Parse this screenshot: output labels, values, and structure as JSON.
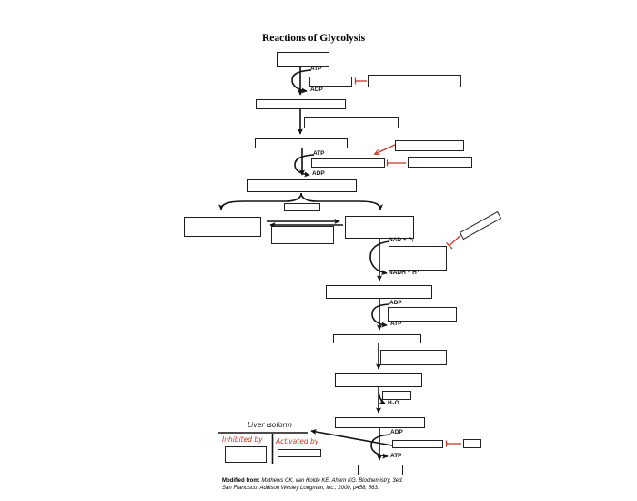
{
  "title": "Reactions of Glycolysis",
  "reactions": {
    "step1_in": "ATP",
    "step1_out": "ADP",
    "step3_in": "ATP",
    "step3_out": "ADP",
    "step6_in": "NAD + Pᵢ",
    "step6_out": "NADH + H⁺",
    "step7_in": "ADP",
    "step7_out": "ATP",
    "step9_out": "H₂O",
    "step10_in": "ADP",
    "step10_out": "ATP"
  },
  "annotations": {
    "liver_isoform": "Liver isoform",
    "inhibited_by": "Inhibited by",
    "activated_by": "Activated by"
  },
  "citation": {
    "prefix": "Modified from:",
    "line1": " Mathews CK, van Holde KE, Ahern KG. Biochemistry, 3ed.",
    "line2": "San Francisco: Addison Wesley Longman, Inc., 2000, p458, 563."
  },
  "colors": {
    "regulation_red": "#c0392b",
    "diagram_black": "#111111"
  }
}
